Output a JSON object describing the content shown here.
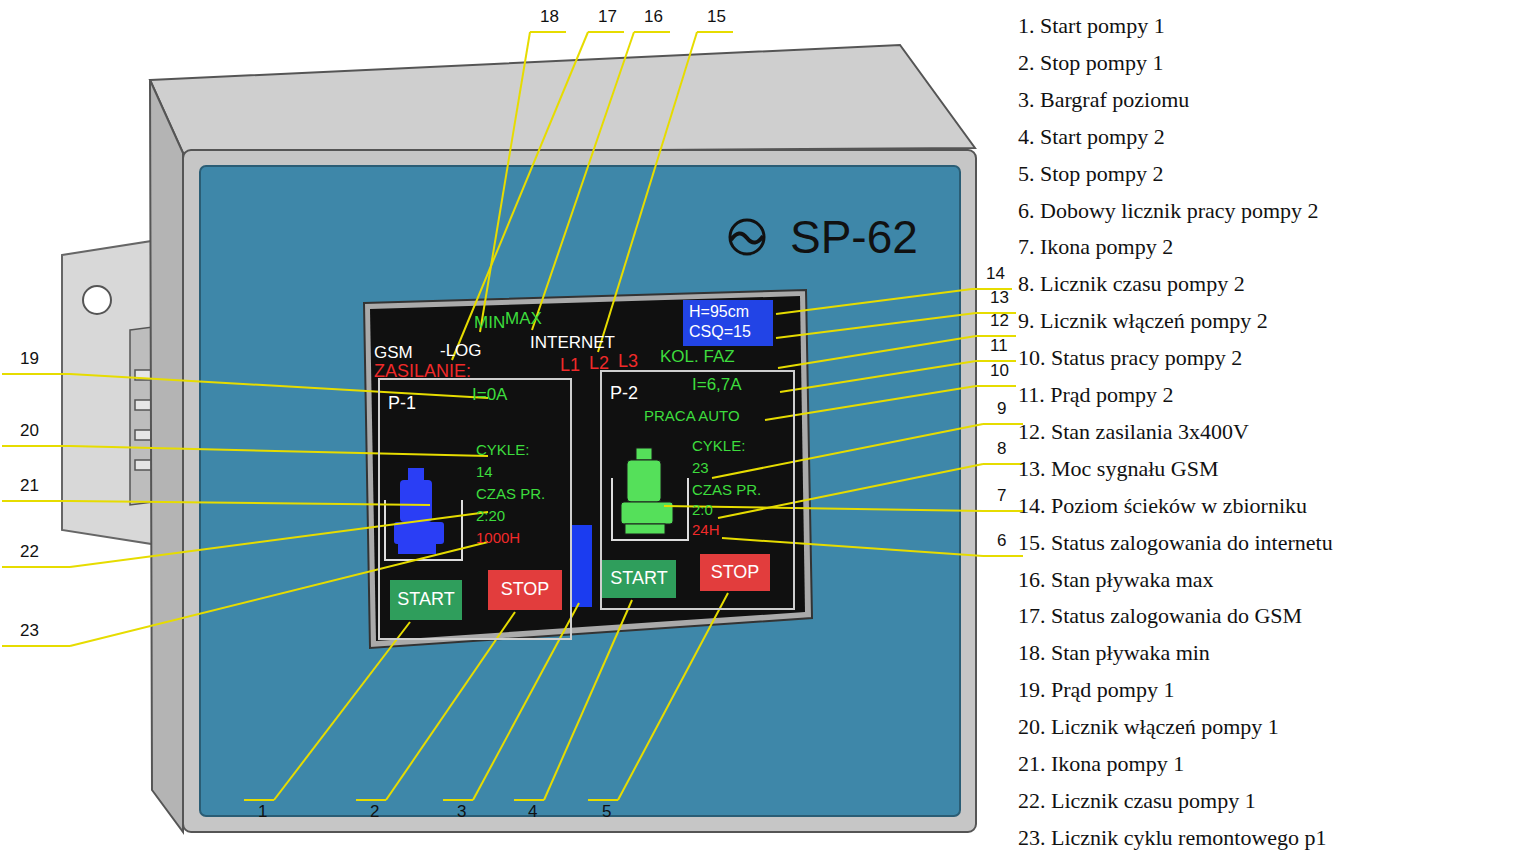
{
  "diagram": {
    "nodes": [
      {
        "text": [
          "P-1",
          "I=0A",
          "CYKLE:",
          "14",
          "CZAS PR.",
          "2:20",
          "1000H"
        ]
      },
      {
        "text": [
          "P-2",
          "I=6,7A",
          "PRACA AUTO",
          "CYKLE:",
          "23",
          "CZAS PR.",
          "2:0",
          "24H"
        ]
      },
      {
        "text": [
          "START"
        ]
      },
      {
        "text": [
          "STOP"
        ]
      },
      {
        "text": [
          "START"
        ]
      },
      {
        "text": [
          "STOP"
        ]
      },
      {
        "text": [
          "H=95cm",
          "CSQ=15"
        ]
      }
    ],
    "labels": [
      "SP-62",
      "MIN",
      "MAX",
      "GSM",
      "-LOG",
      "INTERNET",
      "ZASILANIE:",
      "L1",
      "L2",
      "L3",
      "KOL. FAZ",
      "1",
      "2",
      "3",
      "4",
      "5",
      "6",
      "7",
      "8",
      "9",
      "10",
      "11",
      "12",
      "13",
      "14",
      "15",
      "16",
      "17",
      "18",
      "19",
      "20",
      "21",
      "22",
      "23",
      "1. Start pompy 1",
      "2. Stop pompy 1",
      "3. Bargraf poziomu",
      "4. Start pompy 2",
      "5. Stop pompy 2",
      "6. Dobowy licznik pracy pompy 2",
      "7. Ikona pompy 2",
      "8. Licznik czasu pompy 2",
      "9. Licznik włączeń pompy 2",
      "10. Status pracy pompy 2",
      "11. Prąd pompy 2",
      "12. Stan zasilania 3x400V",
      "13. Moc sygnału GSM",
      "14. Poziom ścieków w zbiorniku",
      "15. Status zalogowania do internetu",
      "16. Stan pływaka max",
      "17. Status zalogowania do GSM",
      "18. Stan pływaka min",
      "19. Prąd pompy 1",
      "20. Licznik włączeń pompy 1",
      "21. Ikona pompy 1",
      "22. Licznik czasu pompy 1",
      "23. Licznik cyklu remontowego p1"
    ]
  }
}
